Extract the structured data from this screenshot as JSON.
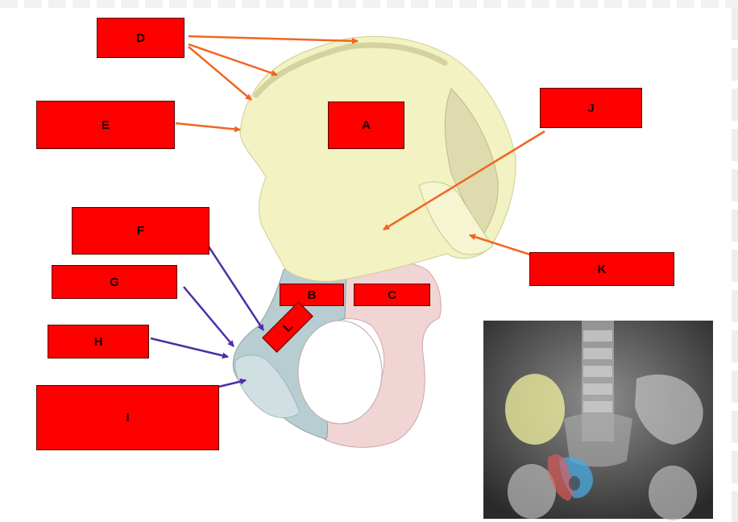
{
  "labels": {
    "a": "A",
    "b": "B",
    "c": "C",
    "d": "D",
    "e": "E",
    "f": "F",
    "g": "G",
    "h": "H",
    "i": "I",
    "j": "J",
    "k": "K",
    "l": "L"
  },
  "colors": {
    "label_box": "#ff0000",
    "ilium": "#f3f2c2",
    "ischium": "#b8cdd1",
    "pubis": "#f1d4d4",
    "arrow_orange": "#f26522",
    "arrow_purple": "#4b2ea8"
  }
}
